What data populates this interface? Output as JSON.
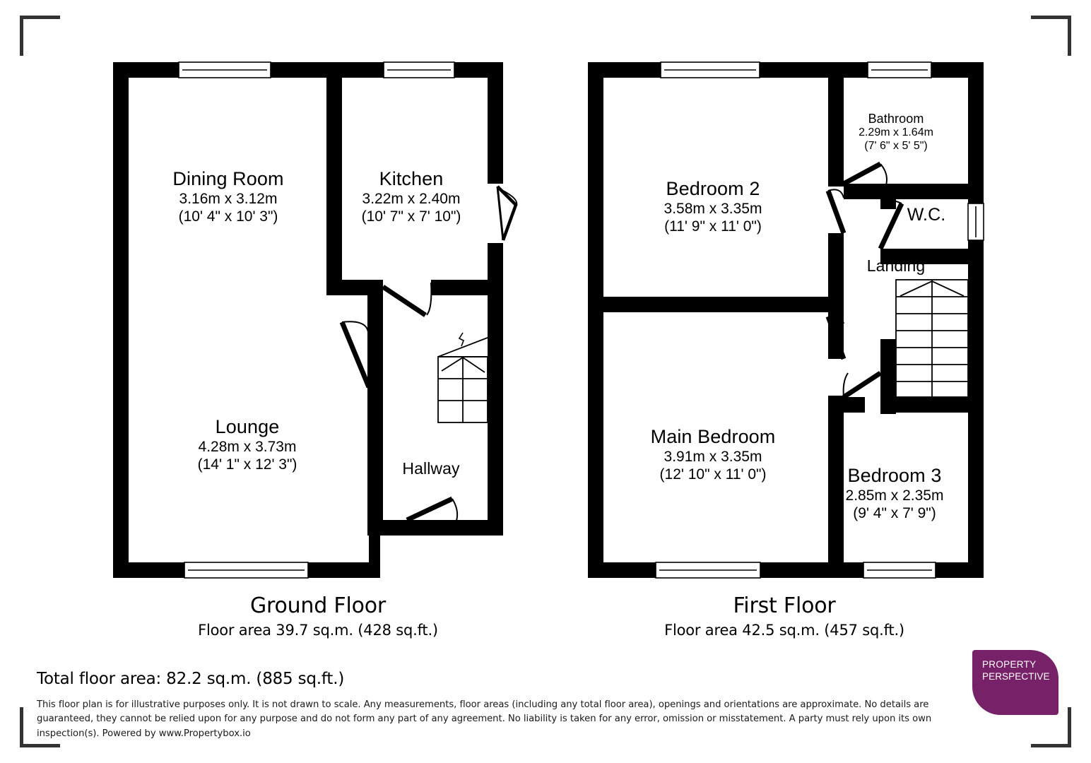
{
  "document": {
    "type": "floor-plan",
    "total_area_text": "Total floor area: 82.2 sq.m. (885 sq.ft.)",
    "disclaimer": "This floor plan is for illustrative purposes only. It is not drawn to scale. Any measurements, floor areas (including any total floor area), openings and orientations are approximate. No details are guaranteed, they cannot be relied upon for any purpose and do not form any part of any agreement. No liability is taken for any error, omission or misstatement. A party must rely upon its own inspection(s). Powered by www.Propertybox.io"
  },
  "brand": {
    "line1": "PROPERTY",
    "line2": "PERSPECTIVE",
    "color": "#772169",
    "text_color": "#ffffff"
  },
  "colors": {
    "wall": "#000000",
    "room_fill": "#ffffff",
    "page_background": "#ffffff",
    "corner_mark": "#333333",
    "text": "#000000"
  },
  "floors": [
    {
      "id": "ground",
      "caption_title": "Ground Floor",
      "caption_area": "Floor area 39.7 sq.m. (428 sq.ft.)",
      "rooms": [
        {
          "name": "Dining Room",
          "dim_metric": "3.16m x 3.12m",
          "dim_imperial": "(10' 4\" x 10' 3\")"
        },
        {
          "name": "Kitchen",
          "dim_metric": "3.22m x 2.40m",
          "dim_imperial": "(10' 7\" x 7' 10\")"
        },
        {
          "name": "Lounge",
          "dim_metric": "4.28m x 3.73m",
          "dim_imperial": "(14' 1\" x 12' 3\")"
        },
        {
          "name": "Hallway",
          "dim_metric": "",
          "dim_imperial": ""
        }
      ]
    },
    {
      "id": "first",
      "caption_title": "First Floor",
      "caption_area": "Floor area 42.5 sq.m. (457 sq.ft.)",
      "rooms": [
        {
          "name": "Bedroom 2",
          "dim_metric": "3.58m x 3.35m",
          "dim_imperial": "(11' 9\" x 11' 0\")"
        },
        {
          "name": "Bathroom",
          "dim_metric": "2.29m x 1.64m",
          "dim_imperial": "(7' 6\" x 5' 5\")"
        },
        {
          "name": "W.C.",
          "dim_metric": "",
          "dim_imperial": ""
        },
        {
          "name": "Landing",
          "dim_metric": "",
          "dim_imperial": ""
        },
        {
          "name": "Main Bedroom",
          "dim_metric": "3.91m x 3.35m",
          "dim_imperial": "(12' 10\" x 11' 0\")"
        },
        {
          "name": "Bedroom 3",
          "dim_metric": "2.85m x 2.35m",
          "dim_imperial": "(9' 4\" x 7' 9\")"
        }
      ]
    }
  ]
}
